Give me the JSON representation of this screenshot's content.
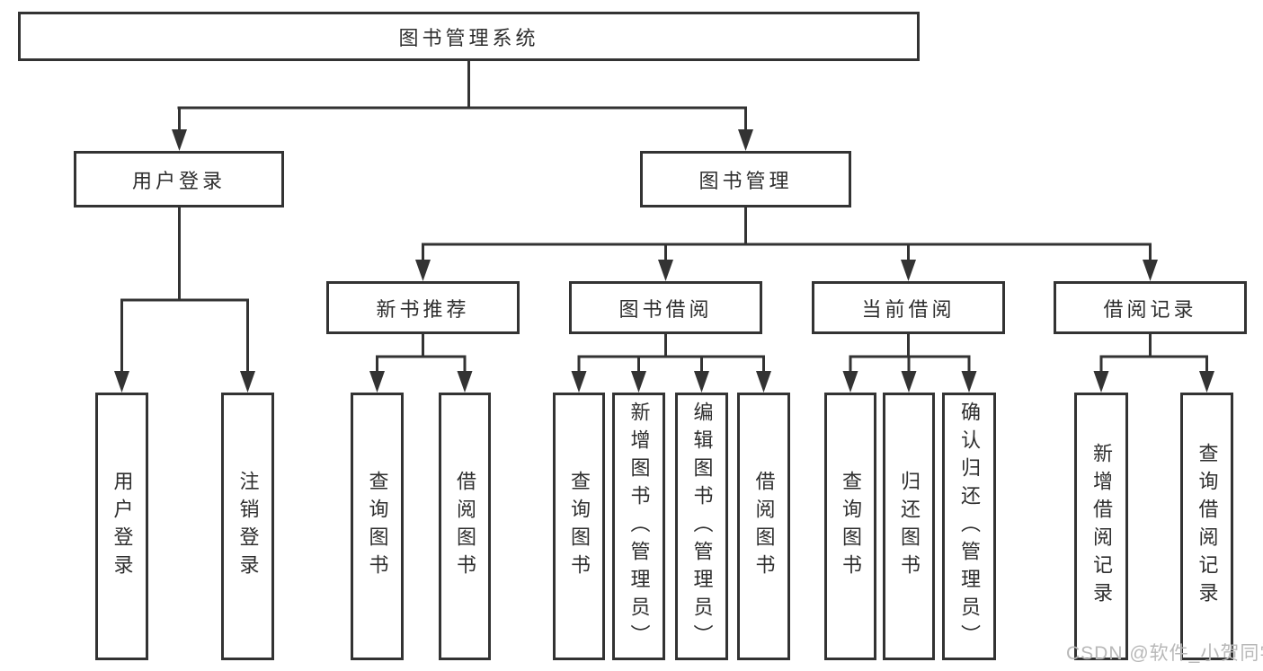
{
  "tree": {
    "label": "图书管理系统",
    "children": [
      {
        "label": "用户登录",
        "children": [
          {
            "label": "用户登录"
          },
          {
            "label": "注销登录"
          }
        ]
      },
      {
        "label": "图书管理",
        "children": [
          {
            "label": "新书推荐",
            "children": [
              {
                "label": "查询图书"
              },
              {
                "label": "借阅图书"
              }
            ]
          },
          {
            "label": "图书借阅",
            "children": [
              {
                "label": "查询图书"
              },
              {
                "label": "新增图书（管理员）"
              },
              {
                "label": "编辑图书（管理员）"
              },
              {
                "label": "借阅图书"
              }
            ]
          },
          {
            "label": "当前借阅",
            "children": [
              {
                "label": "查询图书"
              },
              {
                "label": "归还图书"
              },
              {
                "label": "确认归还（管理员）"
              }
            ]
          },
          {
            "label": "借阅记录",
            "children": [
              {
                "label": "新增借阅记录"
              },
              {
                "label": "查询借阅记录"
              }
            ]
          }
        ]
      }
    ]
  },
  "watermark": {
    "text": "CSDN @软件_小贺同学"
  },
  "colors": {
    "line": "#333333",
    "box_border": "#333333",
    "text": "#2e2e2e",
    "background": "#ffffff",
    "watermark": "#b8b8b8"
  }
}
